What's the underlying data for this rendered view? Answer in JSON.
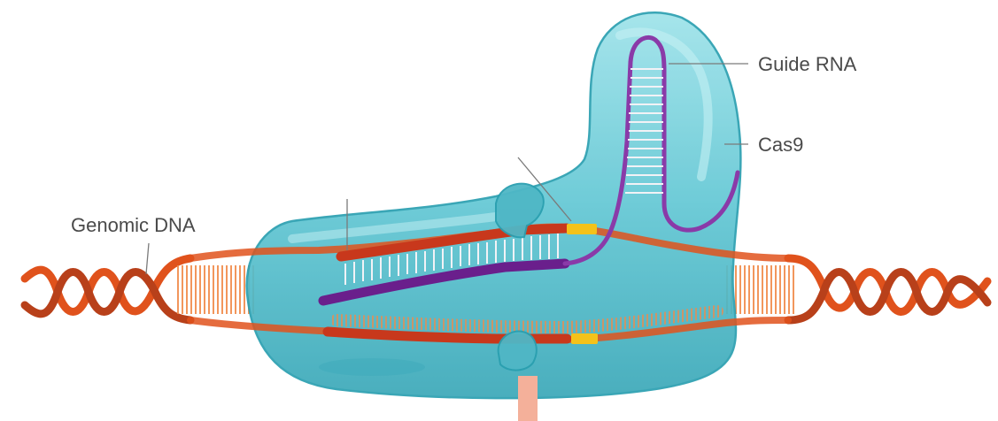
{
  "labels": {
    "guide_rna": "Guide RNA",
    "cas9": "Cas9",
    "genomic_dna": "Genomic DNA"
  },
  "colors": {
    "dna_strand": "#e0521c",
    "dna_dark": "#b8401a",
    "dna_rung": "#f7b27a",
    "target_strand": "#c8381c",
    "pam": "#f4c21a",
    "guide_rna": "#7a2a96",
    "cas9_body": "#5fc9d6",
    "cas9_outline": "#2a9fb0",
    "cut_site": "#f4b09a"
  }
}
